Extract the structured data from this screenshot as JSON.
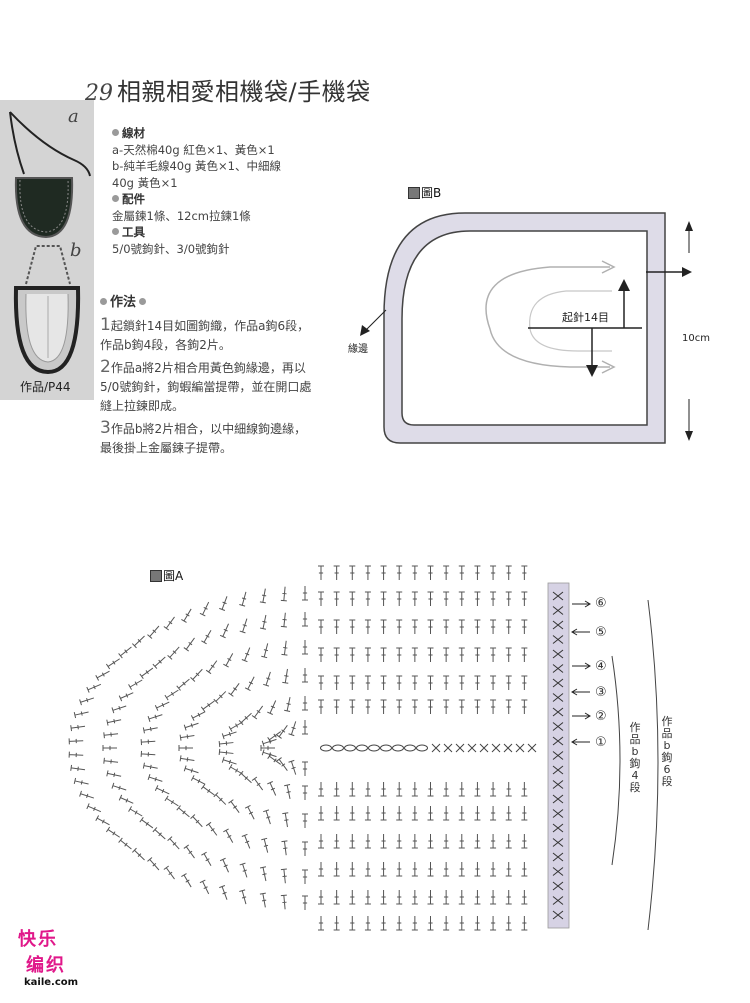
{
  "title": {
    "number": "29",
    "text": "相親相愛相機袋/手機袋"
  },
  "photo": {
    "label_a": "a",
    "label_b": "b",
    "caption": "作品/P44"
  },
  "materials": {
    "yarn_header": "線材",
    "yarn_lines": [
      "a-天然棉40g 紅色×1、黃色×1",
      "b-純羊毛線40g 黃色×1、中細線",
      "40g 黃色×1"
    ],
    "parts_header": "配件",
    "parts_line": "金屬鍊1條、12cm拉鍊1條",
    "tools_header": "工具",
    "tools_line": "5/0號鉤針、3/0號鉤針"
  },
  "method": {
    "header": "作法",
    "steps": [
      {
        "num": "1",
        "text": "起鎖針14目如圖鉤織，作品a鉤6段，作品b鉤4段，各鉤2片。"
      },
      {
        "num": "2",
        "text": "作品a將2片相合用黃色鉤緣邊，再以5/0號鉤針，鉤蝦編當提帶，並在開口處縫上拉鍊即成。"
      },
      {
        "num": "3",
        "text": "作品b將2片相合，以中細線鉤邊緣，最後掛上金屬鍊子提帶。"
      }
    ]
  },
  "diagram_b": {
    "label": "圖B",
    "chain_label": "起針14目",
    "edge_label": "緣邊",
    "size_label": "10cm"
  },
  "diagram_a": {
    "label": "圖A",
    "row_markers": [
      "⑥",
      "⑤",
      "④",
      "③",
      "②",
      "①"
    ],
    "bracket_b_label": [
      "作",
      "品",
      "b",
      "鉤",
      "4",
      "段"
    ],
    "bracket_a_label": [
      "作",
      "品",
      "b",
      "鉤",
      "6",
      "段"
    ]
  },
  "logo": {
    "line1": "快乐",
    "line2": "编织",
    "url": "kaile.com"
  },
  "colors": {
    "frame_fill": "#dedce8",
    "frame_stroke": "#444444",
    "accent": "#e0188a",
    "arrow_gray": "#a8a8a8"
  }
}
